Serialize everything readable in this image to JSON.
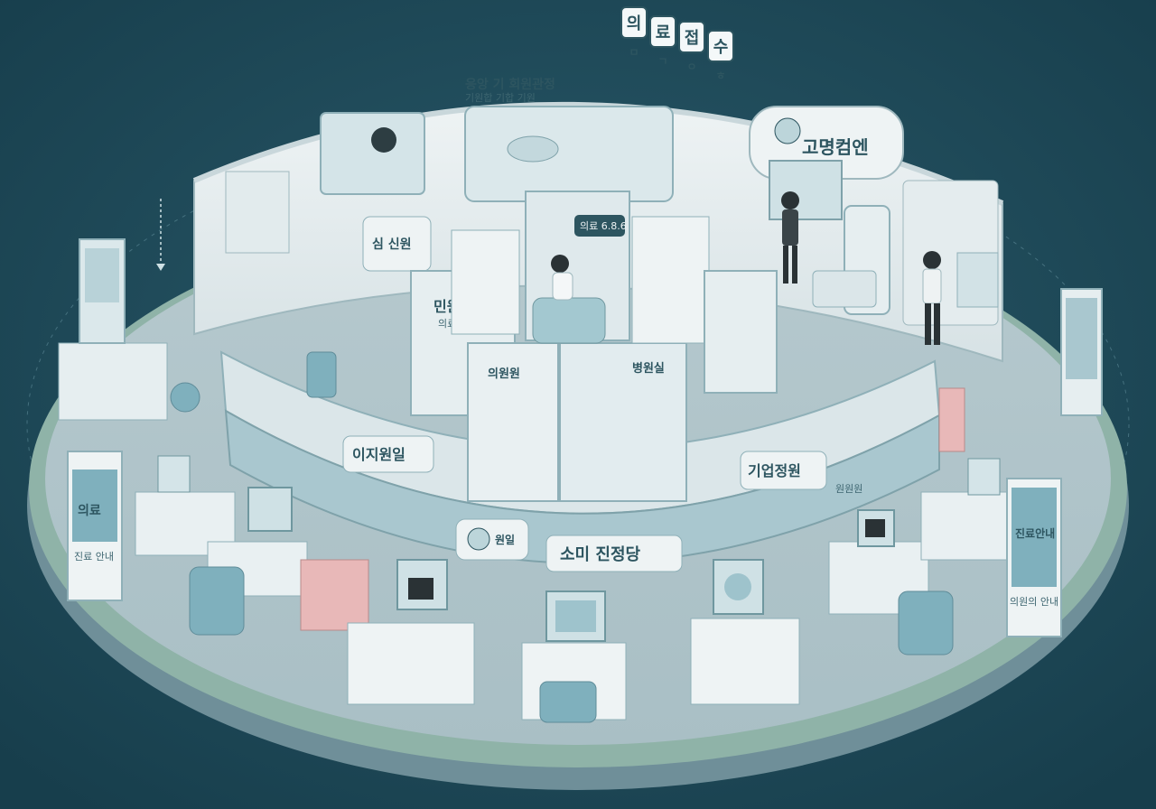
{
  "colors": {
    "background": "#1f4a5a",
    "platform_top": "#c4d4d8",
    "platform_rim": "#8fb3a8",
    "platform_side": "#6f8f99",
    "wall": "#e9eef0",
    "accent_teal": "#7fb0bd",
    "accent_dark": "#2d5560",
    "pink_cabinet": "#e8b8b8"
  },
  "signs": {
    "top_tiles": [
      "의",
      "료",
      "접",
      "수"
    ],
    "top_tiles_sub": [
      "ㅁ",
      "ㄱ",
      "ㅇ",
      "ㅎ"
    ],
    "back_wall_title": "응앙 기 회원관정",
    "back_wall_sub": "기원합 기합 기원",
    "right_wall_brand": "고명컴엔",
    "left_inner_sign": "심 신원",
    "booth_left": "민원원",
    "booth_left_sub": "의료원",
    "booth_center_label": "의원원",
    "booth_center_right": "병원실",
    "screen_label": "의료 6.8.6",
    "ring_left": "이지원일",
    "ring_right": "기업정원",
    "ring_right_small": "원원원",
    "front_center_a": "원일",
    "front_center_b": "소미 진정당",
    "left_banner": "의료",
    "left_banner_sub": "진료 안내",
    "right_banner": "진료안내",
    "right_banner_sub": "의원의 안내"
  }
}
